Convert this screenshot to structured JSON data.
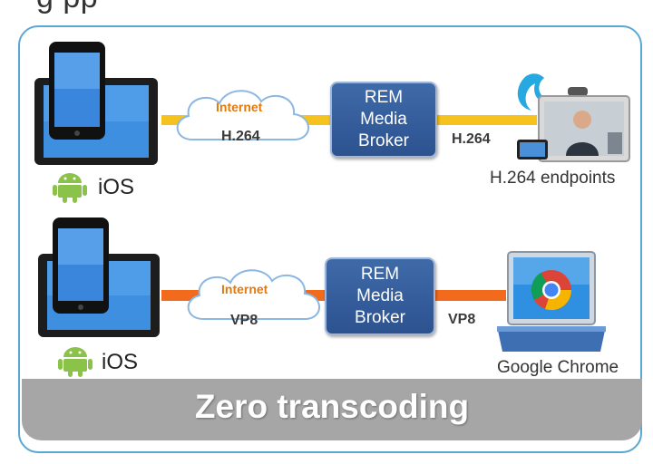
{
  "slide": {
    "title_fragment": "g      pp",
    "row1": {
      "cloud_label": "Internet",
      "codec_left": "H.264",
      "broker_label": "REM\nMedia\nBroker",
      "codec_right": "H.264",
      "endpoint_caption": "H.264 endpoints",
      "platform_label": "iOS",
      "line_color": "#f6c21e"
    },
    "row2": {
      "cloud_label": "Internet",
      "codec_left": "VP8",
      "broker_label": "REM\nMedia\nBroker",
      "codec_right": "VP8",
      "endpoint_caption": "Google Chrome",
      "platform_label": "iOS",
      "line_color": "#f26a1b"
    },
    "footer": "Zero transcoding",
    "colors": {
      "frame": "#5aa7d6",
      "broker": "#2d5290",
      "android": "#8bc34a",
      "footer_bg": "#a6a6a6"
    }
  }
}
